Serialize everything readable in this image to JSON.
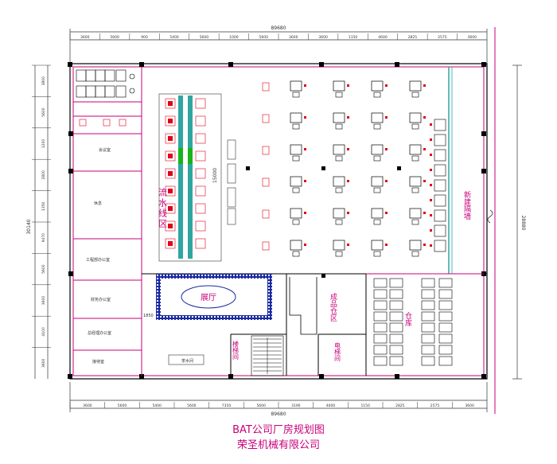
{
  "title": "BAT公司厂房规划图",
  "company": "荣圣机械有限公司",
  "dimensions": {
    "top_total": "89680",
    "bottom_total": "89680",
    "left_total": "30140",
    "right_total": "28880",
    "top_segments": [
      "3600",
      "5600",
      "900",
      "5400",
      "5600",
      "1000",
      "5600",
      "3600",
      "3600",
      "1150",
      "4600",
      "2825",
      "2575",
      "3600"
    ],
    "bottom_segments": [
      "3600",
      "5600",
      "5400",
      "5600",
      "7350",
      "5600",
      "3190",
      "4600",
      "1150",
      "2825",
      "2575",
      "3600"
    ],
    "left_segments": [
      "3800",
      "5600",
      "1200",
      "2800",
      "1350",
      "9470",
      "5600",
      "3600",
      "4100",
      "3600"
    ],
    "inner_label": "15000",
    "small_label": "1850"
  },
  "areas": {
    "assembly_line": "流水线区",
    "exhibition_hall": "展厅",
    "finished_goods": "成品仓区",
    "warehouse": "仓库",
    "stair_room": "楼梯间",
    "elevator_room": "电梯间",
    "new_wall": "新建隔墙",
    "tea_room": "茶水间"
  },
  "left_rooms": [
    "会议室",
    "休息",
    "工程部办公室",
    "财务办公室",
    "总经理办公室",
    "接待室"
  ],
  "colors": {
    "wall": "#000000",
    "partition": "#c8007a",
    "accent_red": "#e0001a",
    "cyan": "#2fa7a0",
    "green": "#18b418",
    "blue_wall": "#1a2aa0",
    "label": "#c8007a"
  }
}
